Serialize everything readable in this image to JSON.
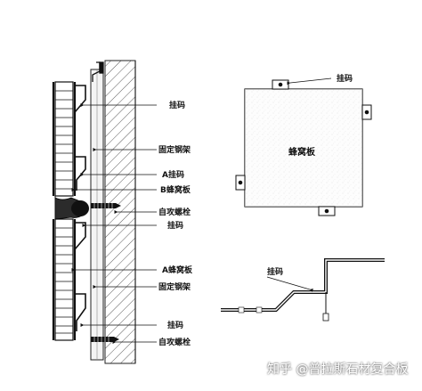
{
  "section_labels": {
    "hanger_1": "挂码",
    "steel_frame_1": "固定钢架",
    "a_hanger": "A挂码",
    "b_panel": "B蜂窝板",
    "screw_bolt_1": "自攻螺栓",
    "hanger_2": "挂码",
    "a_panel": "A蜂窝板",
    "steel_frame_2": "固定钢架",
    "hanger_3": "挂码",
    "screw_bolt_2": "自攻螺栓"
  },
  "panel_view": {
    "hanger_label": "挂码",
    "panel_label": "蜂窝板"
  },
  "hanger_detail": {
    "label": "挂码"
  },
  "watermark": "知乎 @普拉斯石材复合板"
}
